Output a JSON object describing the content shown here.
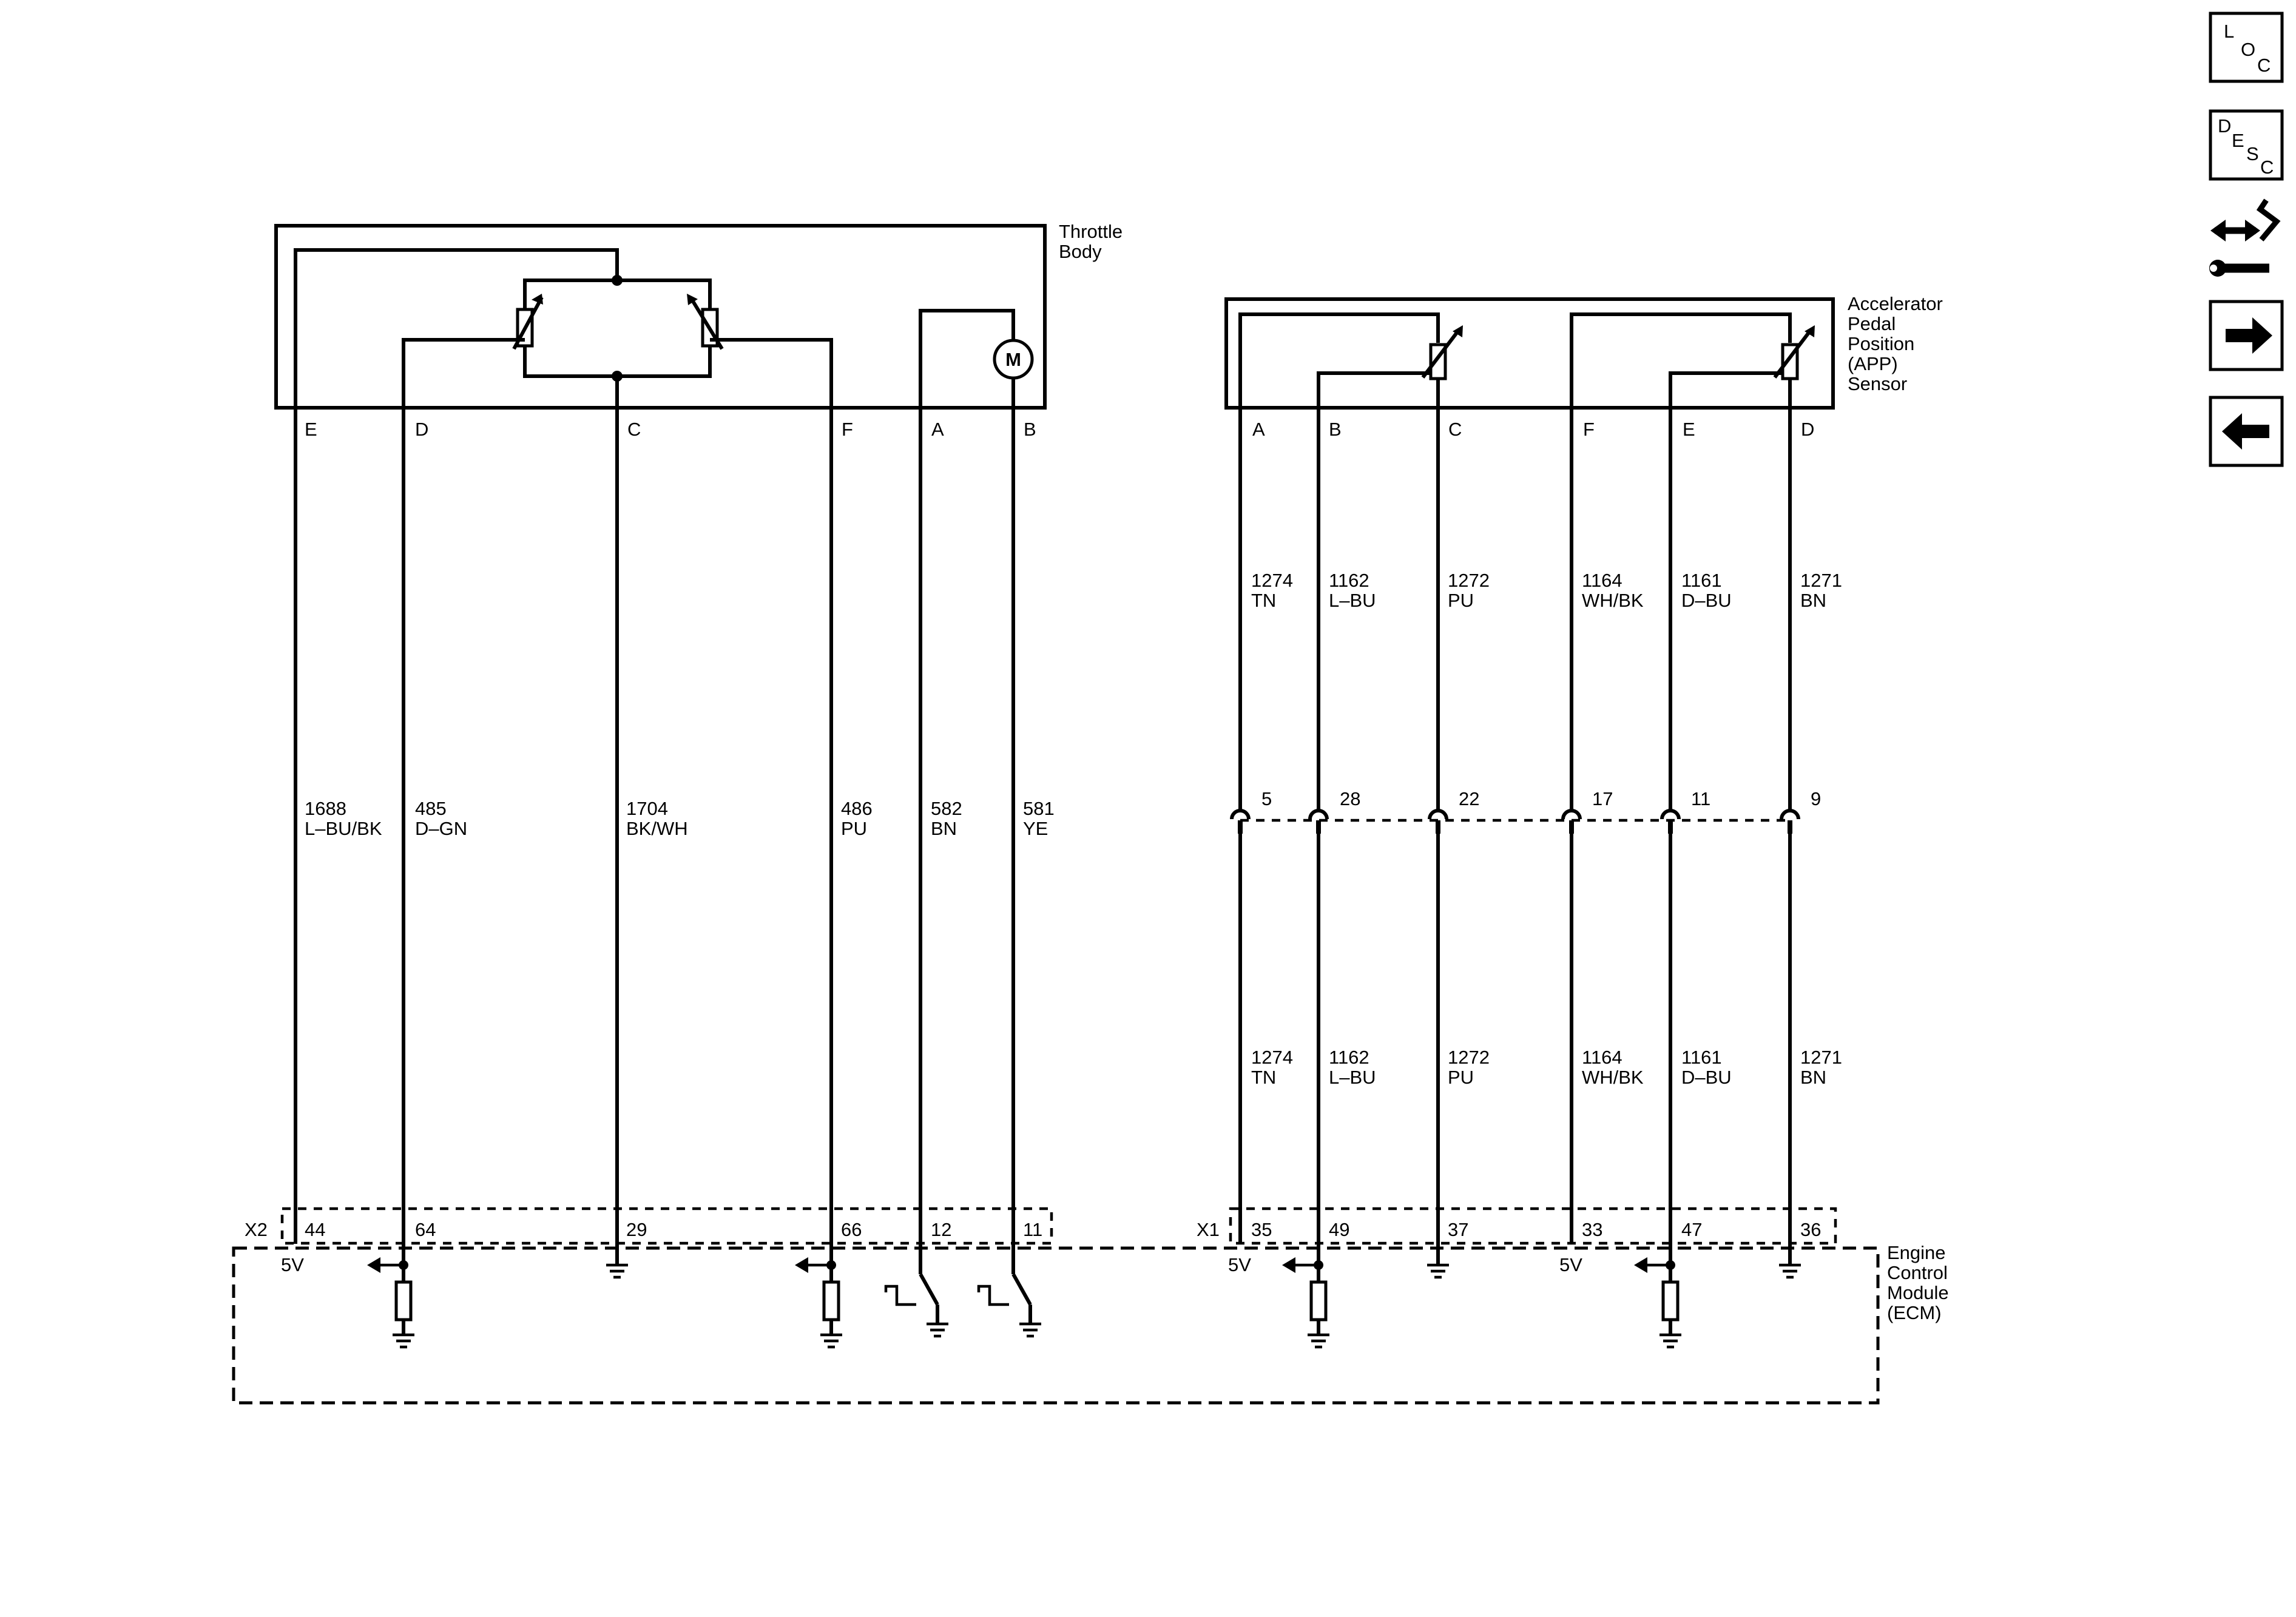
{
  "components": {
    "throttle_body": [
      "Throttle",
      "Body"
    ],
    "app_sensor": [
      "Accelerator",
      "Pedal",
      "Position",
      "(APP)",
      "Sensor"
    ],
    "ecm": [
      "Engine",
      "Control",
      "Module",
      "(ECM)"
    ],
    "motor_symbol": "M"
  },
  "throttle_body_pins": [
    "E",
    "D",
    "C",
    "F",
    "A",
    "B"
  ],
  "app_pins": [
    "A",
    "B",
    "C",
    "F",
    "E",
    "D"
  ],
  "throttle_wires": [
    {
      "circuit": "1688",
      "color": "L–BU/BK"
    },
    {
      "circuit": "485",
      "color": "D–GN"
    },
    {
      "circuit": "1704",
      "color": "BK/WH"
    },
    {
      "circuit": "486",
      "color": "PU"
    },
    {
      "circuit": "582",
      "color": "BN"
    },
    {
      "circuit": "581",
      "color": "YE"
    }
  ],
  "app_wires": [
    {
      "circuit": "1274",
      "color": "TN"
    },
    {
      "circuit": "1162",
      "color": "L–BU"
    },
    {
      "circuit": "1272",
      "color": "PU"
    },
    {
      "circuit": "1164",
      "color": "WH/BK"
    },
    {
      "circuit": "1161",
      "color": "D–BU"
    },
    {
      "circuit": "1271",
      "color": "BN"
    }
  ],
  "inline_connector_pins": [
    "5",
    "28",
    "22",
    "17",
    "11",
    "9"
  ],
  "connector_x2": {
    "name": "X2",
    "pins": [
      "44",
      "64",
      "29",
      "66",
      "12",
      "11"
    ]
  },
  "connector_x1": {
    "name": "X1",
    "pins": [
      "35",
      "49",
      "37",
      "33",
      "47",
      "36"
    ]
  },
  "reference_voltage": "5V",
  "side_buttons": {
    "loc": [
      "L",
      "O",
      "C"
    ],
    "desc": [
      "D",
      "E",
      "S",
      "C"
    ]
  }
}
